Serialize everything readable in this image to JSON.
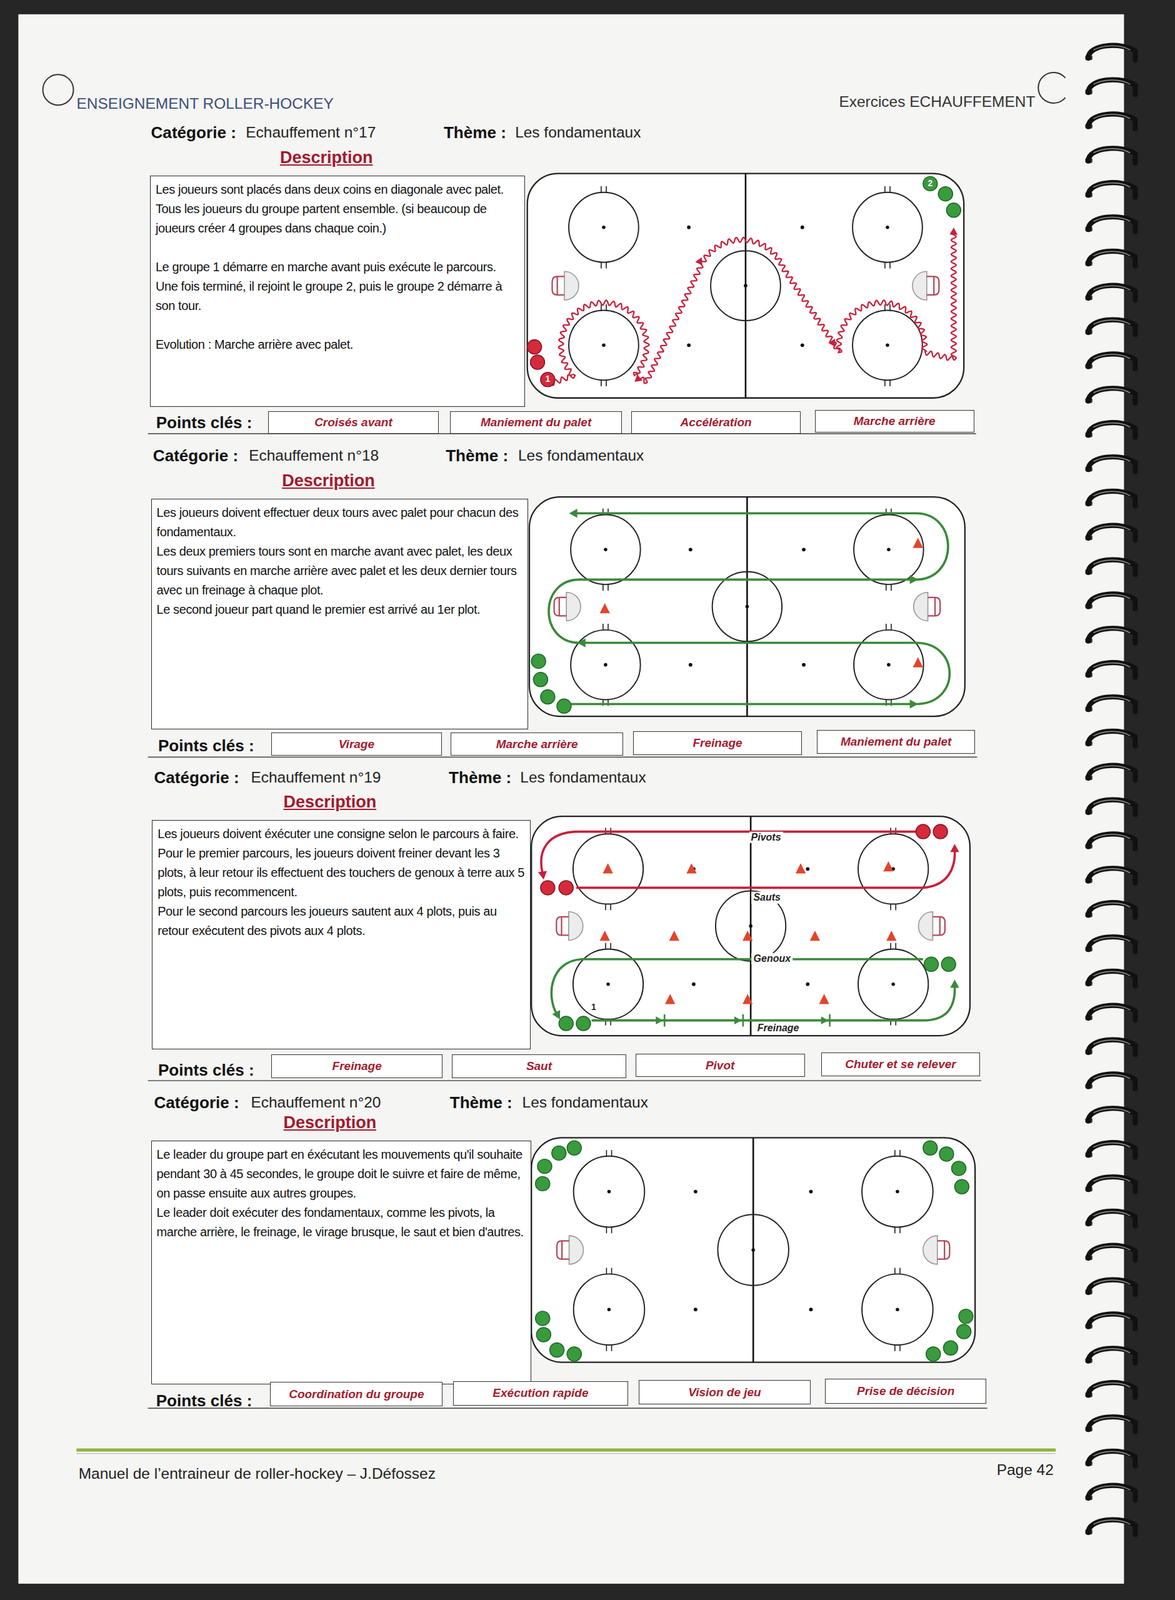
{
  "diagram": {
    "nodes": [
      {
        "text": [
          "Description",
          "Les joueurs sont placés dans deux coins en diagonale avec palet. Tous les joueurs du groupe partent ensemble. (si beaucoup de joueurs créer 4 groupes dans chaque coin.)",
          "Le groupe 1 démarre en marche avant puis exécute le parcours. Une fois terminé, il rejoint le groupe 2, puis le groupe 2 démarre à son tour.",
          "Evolution : Marche arrière avec palet."
        ]
      },
      {
        "text": [
          "Croisés avant"
        ]
      },
      {
        "text": [
          "Maniement du palet"
        ]
      },
      {
        "text": [
          "Accélération"
        ]
      },
      {
        "text": [
          "Marche arrière"
        ]
      },
      {
        "text": [
          "Description",
          "Les joueurs doivent effectuer deux tours avec palet pour chacun des fondamentaux.",
          "Les deux premiers tours sont en marche avant avec palet, les deux tours suivants en marche arrière avec palet et les deux dernier tours avec un freinage à chaque plot.",
          "Le second joueur part quand le premier est arrivé au 1er plot."
        ]
      },
      {
        "text": [
          "Virage"
        ]
      },
      {
        "text": [
          "Marche arrière"
        ]
      },
      {
        "text": [
          "Freinage"
        ]
      },
      {
        "text": [
          "Maniement du palet"
        ]
      },
      {
        "text": [
          "Description",
          "Les joueurs doivent éxécuter une consigne selon le parcours à faire.",
          "Pour le premier parcours, les joueurs doivent freiner devant les 3 plots, à leur retour ils effectuent des touchers de genoux à terre aux 5 plots, puis recommencent.",
          "Pour le second parcours les joueurs sautent aux 4 plots, puis au retour exécutent des pivots aux 4 plots."
        ]
      },
      {
        "text": [
          "Freinage"
        ]
      },
      {
        "text": [
          "Saut"
        ]
      },
      {
        "text": [
          "Pivot"
        ]
      },
      {
        "text": [
          "Chuter et se relever"
        ]
      },
      {
        "text": [
          "Description",
          "Le leader du groupe part en éxécutant les mouvements qu'il souhaite pendant 30 à 45 secondes, le groupe doit le suivre et faire de même, on passe ensuite aux autres groupes.",
          "Le leader doit exécuter des fondamentaux, comme les pivots, la marche arrière, le freinage, le virage brusque, le saut et bien d'autres."
        ]
      },
      {
        "text": [
          "Coordination du groupe"
        ]
      },
      {
        "text": [
          "Exécution rapide"
        ]
      },
      {
        "text": [
          "Vision de jeu"
        ]
      },
      {
        "text": [
          "Prise de décision"
        ]
      }
    ],
    "labels": [
      "ENSEIGNEMENT ROLLER-HOCKEY",
      "Exercices ECHAUFFEMENT",
      "Catégorie :",
      "Echauffement n°17",
      "Thème :",
      "Les fondamentaux",
      "Points clés :",
      "Catégorie :",
      "Echauffement n°18",
      "Thème :",
      "Les fondamentaux",
      "Points clés :",
      "Catégorie :",
      "Echauffement n°19",
      "Thème :",
      "Les fondamentaux",
      "Points clés :",
      "Catégorie :",
      "Echauffement n°20",
      "Thème :",
      "Les fondamentaux",
      "Points clés :",
      "1",
      "2",
      "Pivots",
      "Sauts",
      "Genoux",
      "Freinage",
      "1",
      "Manuel de l’entraineur de roller-hockey – J.Défossez",
      "Page 42"
    ]
  }
}
